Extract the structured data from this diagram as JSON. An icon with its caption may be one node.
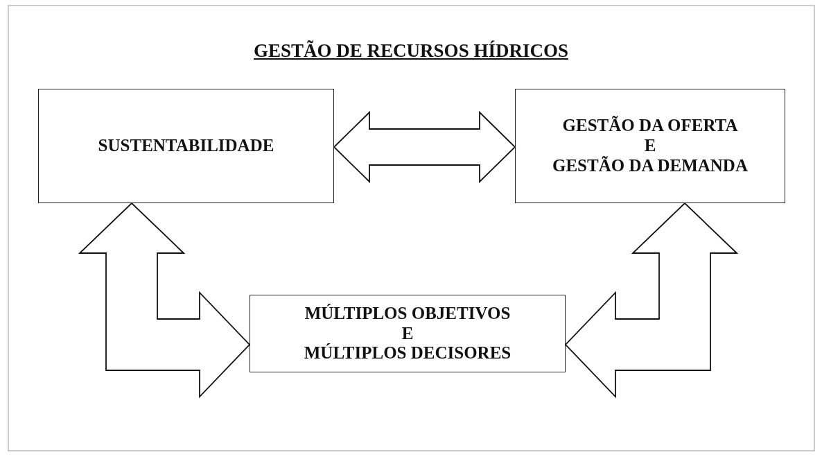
{
  "diagram": {
    "title": "GESTÃO DE RECURSOS HÍDRICOS",
    "nodes": [
      {
        "text": [
          "SUSTENTABILIDADE"
        ]
      },
      {
        "text": [
          "GESTÃO DA OFERTA",
          "E",
          "GESTÃO DA DEMANDA"
        ]
      },
      {
        "text": [
          "MÚLTIPLOS OBJETIVOS",
          "E",
          "MÚLTIPLOS DECISORES"
        ]
      }
    ],
    "edges": [
      {
        "from": 0,
        "to": 1,
        "arrow": "both"
      },
      {
        "from": 0,
        "to": 2,
        "arrow": "both"
      },
      {
        "from": 1,
        "to": 2,
        "arrow": "both"
      }
    ]
  }
}
